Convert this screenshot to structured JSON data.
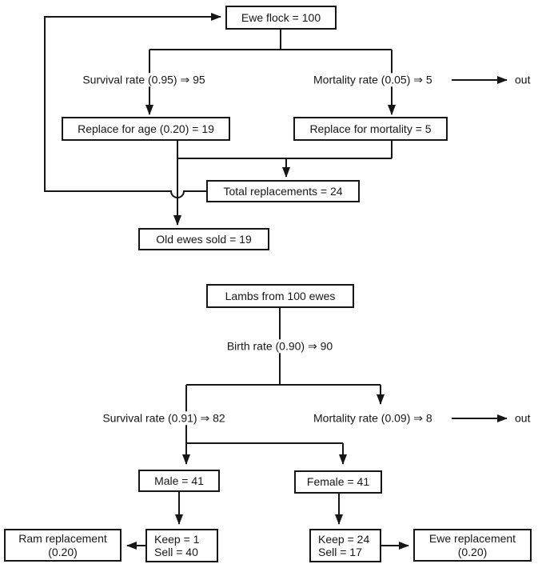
{
  "palette": {
    "ink": "#161616",
    "paper": "#ffffff"
  },
  "ewe_cycle": {
    "ewe_flock": "Ewe flock = 100",
    "survival_label": "Survival rate (0.95) ⇒ 95",
    "mortality_label": "Mortality rate (0.05) ⇒ 5",
    "mortality_out": "out",
    "replace_age": "Replace for age (0.20) = 19",
    "replace_mortality": "Replace for mortality = 5",
    "total_replacements": "Total replacements = 24",
    "old_ewes_sold": "Old ewes sold = 19"
  },
  "lamb_cycle": {
    "lambs": "Lambs from 100 ewes",
    "birth_label": "Birth rate (0.90) ⇒ 90",
    "survival_label": "Survival rate (0.91) ⇒ 82",
    "mortality_label": "Mortality rate (0.09) ⇒ 8",
    "mortality_out": "out",
    "male": "Male = 41",
    "female": "Female = 41",
    "male_keep": "Keep = 1",
    "male_sell": "Sell = 40",
    "female_keep": "Keep = 24",
    "female_sell": "Sell = 17",
    "ram_replacement_line1": "Ram replacement",
    "ram_replacement_line2": "(0.20)",
    "ewe_replacement_line1": "Ewe replacement",
    "ewe_replacement_line2": "(0.20)"
  }
}
